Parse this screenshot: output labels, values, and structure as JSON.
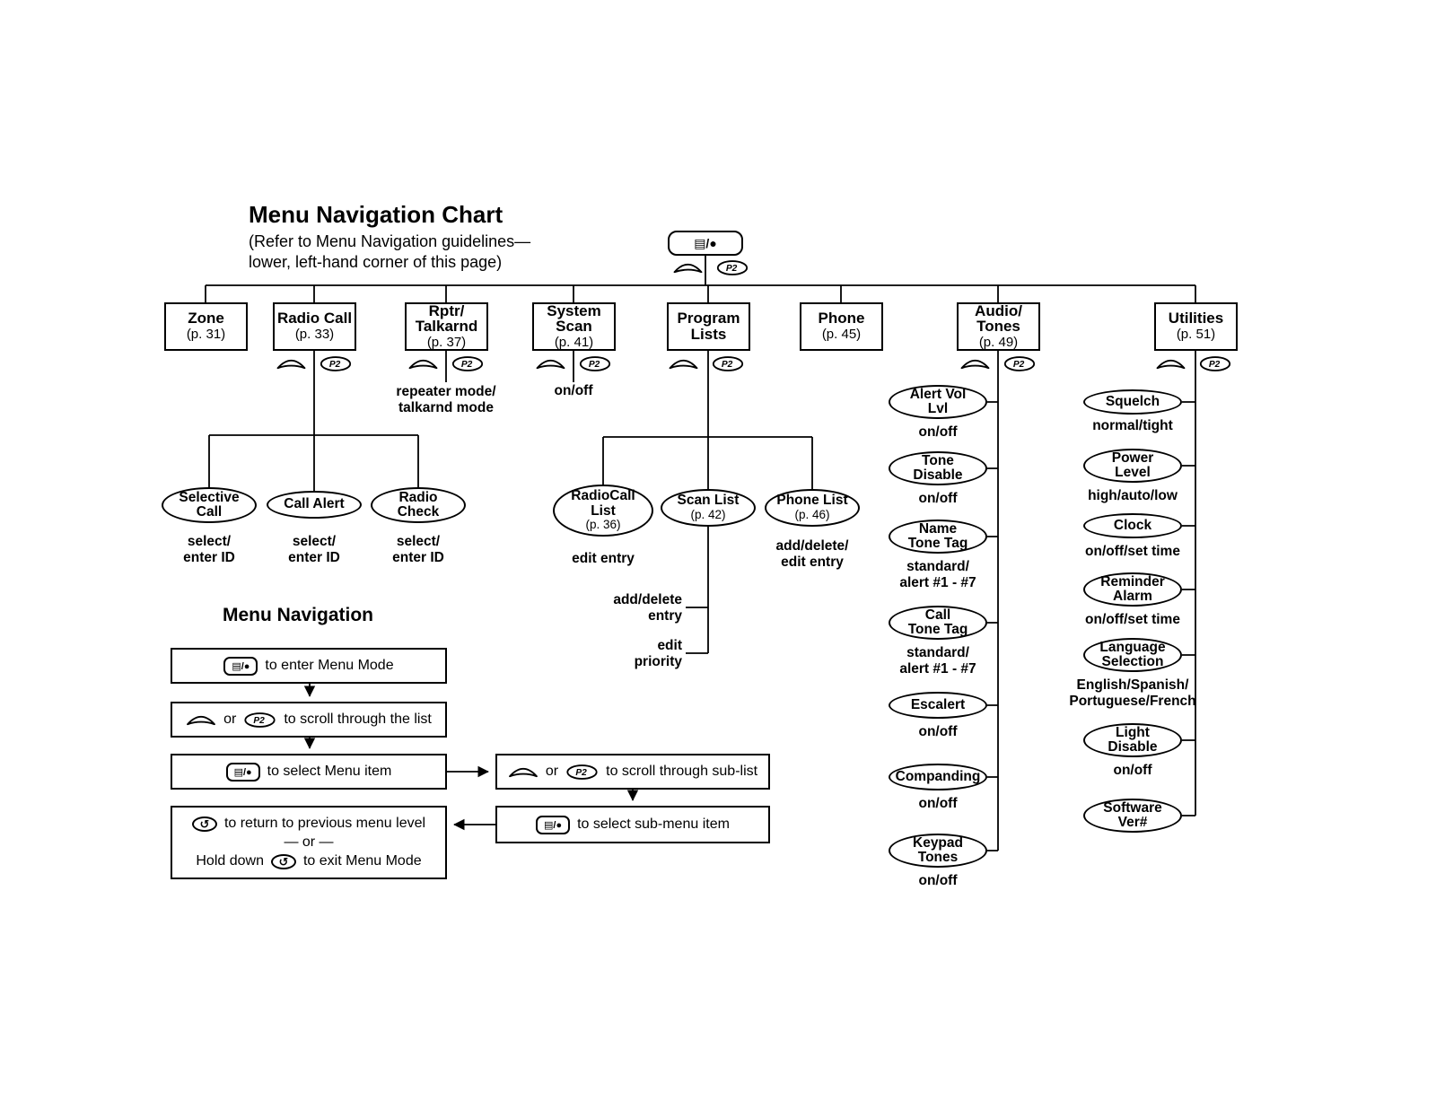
{
  "page": {
    "title": "Menu Navigation Chart",
    "subtitle": "(Refer to Menu Navigation guidelines—\nlower, left-hand corner of this page)"
  },
  "icons": {
    "menu_button_glyph": "▤/●",
    "pz_button_label": "P2",
    "back_button_glyph": "↺"
  },
  "top_items": [
    {
      "label": "Zone",
      "page": "(p. 31)"
    },
    {
      "label": "Radio Call",
      "page": "(p. 33)"
    },
    {
      "label": "Rptr/\nTalkarnd",
      "page": "(p. 37)",
      "note": "repeater mode/\ntalkarnd mode"
    },
    {
      "label": "System\nScan",
      "page": "(p. 41)",
      "note": "on/off"
    },
    {
      "label": "Program\nLists",
      "page": ""
    },
    {
      "label": "Phone",
      "page": "(p. 45)"
    },
    {
      "label": "Audio/\nTones",
      "page": "(p. 49)"
    },
    {
      "label": "Utilities",
      "page": "(p. 51)"
    }
  ],
  "radio_call": [
    {
      "label": "Selective\nCall",
      "note": "select/\nenter ID"
    },
    {
      "label": "Call Alert",
      "note": "select/\nenter ID"
    },
    {
      "label": "Radio\nCheck",
      "note": "select/\nenter ID"
    }
  ],
  "program_lists": [
    {
      "label": "RadioCall\nList",
      "page": "(p. 36)",
      "note": "edit entry"
    },
    {
      "label": "Scan List",
      "page": "(p. 42)",
      "branch1": "add/delete\nentry",
      "branch2": "edit\npriority"
    },
    {
      "label": "Phone List",
      "page": "(p. 46)",
      "note": "add/delete/\nedit entry"
    }
  ],
  "audio_tones": [
    {
      "label": "Alert Vol\nLvl",
      "note": "on/off"
    },
    {
      "label": "Tone\nDisable",
      "note": "on/off"
    },
    {
      "label": "Name\nTone Tag",
      "note": "standard/\nalert #1 - #7"
    },
    {
      "label": "Call\nTone Tag",
      "note": "standard/\nalert #1 - #7"
    },
    {
      "label": "Escalert",
      "note": "on/off"
    },
    {
      "label": "Companding",
      "note": "on/off"
    },
    {
      "label": "Keypad\nTones",
      "note": "on/off"
    }
  ],
  "utilities": [
    {
      "label": "Squelch",
      "note": "normal/tight"
    },
    {
      "label": "Power\nLevel",
      "note": "high/auto/low"
    },
    {
      "label": "Clock",
      "note": "on/off/set time"
    },
    {
      "label": "Reminder\nAlarm",
      "note": "on/off/set time"
    },
    {
      "label": "Language\nSelection",
      "note": "English/Spanish/\nPortuguese/French"
    },
    {
      "label": "Light\nDisable",
      "note": "on/off"
    },
    {
      "label": "Software\nVer#"
    }
  ],
  "guide": {
    "heading": "Menu Navigation",
    "step_enter": "to enter Menu Mode",
    "or": "or",
    "step_scroll": "to scroll through the list",
    "step_select": "to select Menu item",
    "step_return": "to return to previous menu level",
    "dash_or": "— or —",
    "hold_down": "Hold down",
    "step_exit": "to exit Menu Mode",
    "step_scroll_sub": "to scroll through sub-list",
    "step_select_sub": "to select sub-menu item"
  }
}
